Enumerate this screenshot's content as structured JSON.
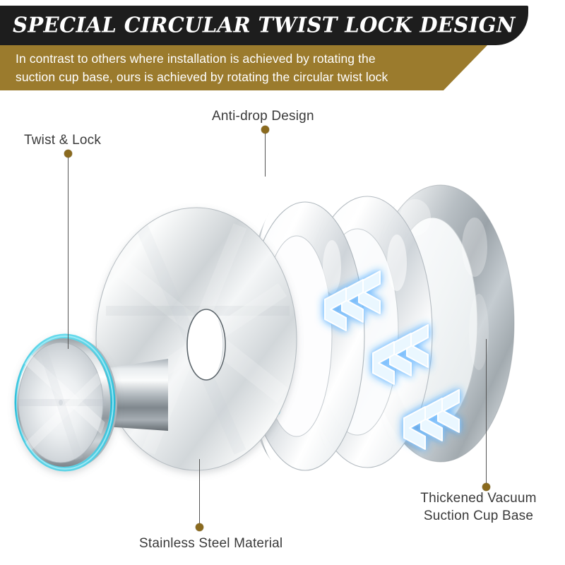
{
  "header": {
    "title": "SPECIAL CIRCULAR TWIST LOCK DESIGN",
    "subtitle_line1": "In contrast to others where installation is achieved by rotating the",
    "subtitle_line2": "suction cup base, ours is achieved by rotating the circular twist lock",
    "title_bar_color": "#1d1d1d",
    "subtitle_bar_color": "#9b7b2d",
    "title_text_color": "#ffffff",
    "subtitle_text_color": "#ffffff"
  },
  "callouts": [
    {
      "id": "twist-lock",
      "label": "Twist & Lock",
      "label2": ""
    },
    {
      "id": "anti-drop",
      "label": "Anti-drop Design",
      "label2": ""
    },
    {
      "id": "stainless-steel",
      "label": "Stainless Steel Material",
      "label2": ""
    },
    {
      "id": "suction-cup-base",
      "label": "Thickened Vacuum",
      "label2": "Suction Cup Base"
    }
  ],
  "diagram": {
    "description": "Exploded view of a circular twist-lock suction hook",
    "parts": [
      "twist-lock knob",
      "brushed stainless steel disc with center hole",
      "inner translucent ring",
      "middle translucent ring",
      "thickened vacuum suction cup base ring"
    ],
    "arrow_groups": 3,
    "arrows_per_group": 3,
    "arrow_direction": "left",
    "accent_color": "#8a6a1e",
    "leader_line_color": "#555555",
    "glow_color": "#2fa0ff",
    "rim_color": "#39c6de",
    "metal_light": "#f2f4f5",
    "metal_mid": "#c9cdd1",
    "metal_dark": "#7e868c"
  }
}
